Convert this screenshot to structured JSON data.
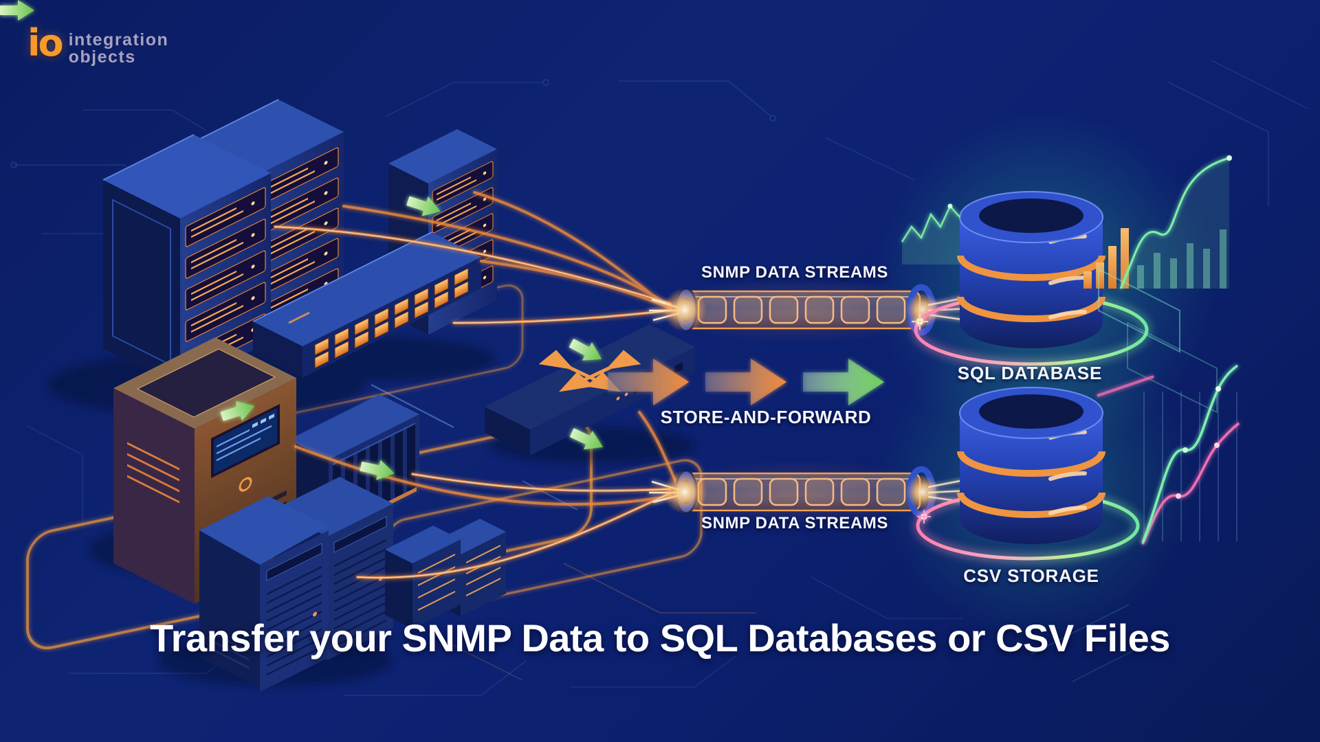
{
  "brand": {
    "mark": "io",
    "line1": "integration",
    "line2": "objects"
  },
  "labels": {
    "snmp_top": "SNMP DATA STREAMS",
    "snmp_bottom": "SNMP DATA STREAMS",
    "store_forward": "STORE-AND-FORWARD",
    "sql": "SQL DATABASE",
    "csv": "CSV STORAGE"
  },
  "title": "Transfer your SNMP Data to SQL Databases or CSV Files",
  "colors": {
    "background_navy": "#0c2070",
    "accent_orange": "#f0923c",
    "cable_glow": "#ffd9a0",
    "arrow_green": "#7fd96a",
    "ring_pink": "#ff7fb0",
    "ring_green": "#8df08a",
    "device_blue": "#1b2f7a",
    "glow_teal": "#2dd4aa",
    "chart_pink": "#f06eb2",
    "chart_green": "#7df0a8",
    "label_text": "#f3f5fb",
    "logo_orange": "#f59a2b",
    "logo_gray": "#b6aec6"
  }
}
